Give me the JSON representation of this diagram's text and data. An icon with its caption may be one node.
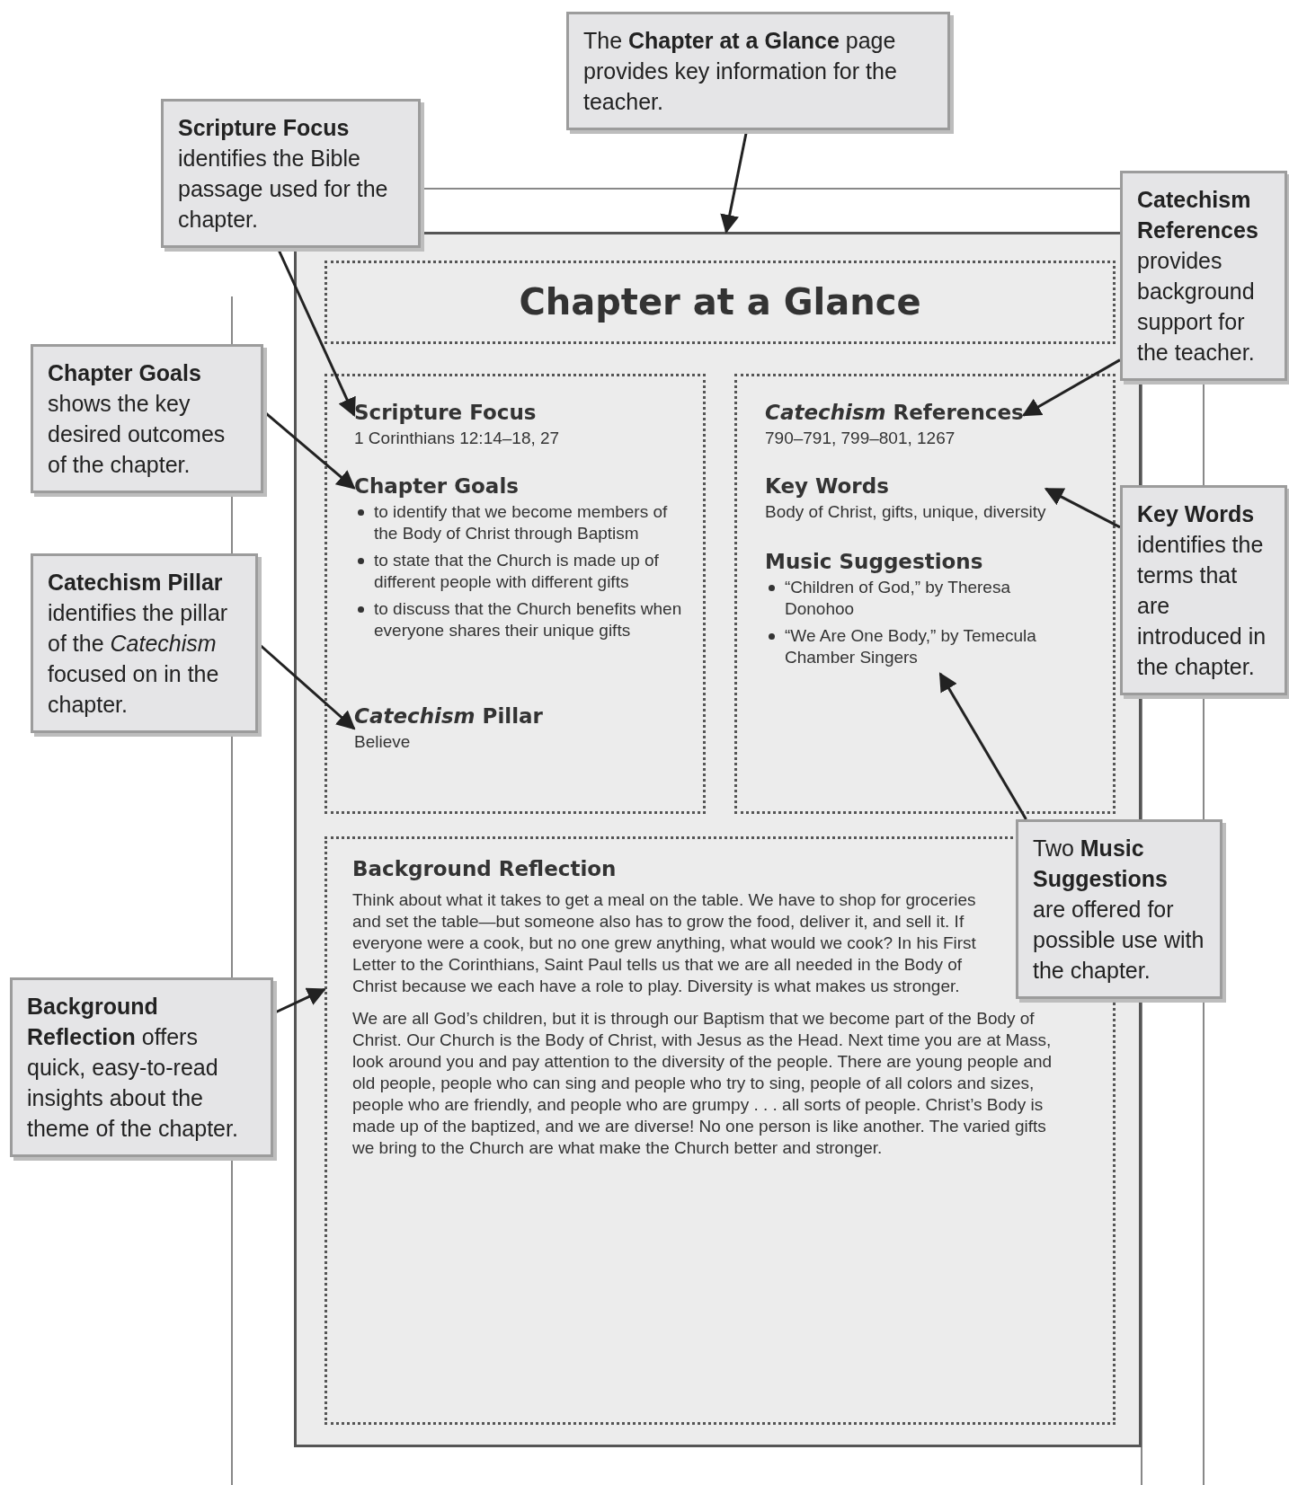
{
  "diagram": {
    "nodes": [
      {
        "text": [
          "The **Chapter at a Glance** page provides key information for the teacher."
        ]
      },
      {
        "text": [
          "**Scripture Focus** identifies the Bible passage used for the chapter."
        ]
      },
      {
        "text": [
          "**Catechism References** provides background support for the teacher."
        ]
      },
      {
        "text": [],
        "shape": "box"
      },
      {
        "text": [
          "Chapter at a Glance"
        ],
        "in": 3
      },
      {
        "text": [],
        "shape": "box",
        "in": 3
      },
      {
        "text": [
          "Scripture Focus",
          "1 Corinthians 12:14–18, 27"
        ],
        "in": 5
      },
      {
        "text": [
          "Chapter Goals",
          "to identify that we become members of the Body of Christ through Baptism",
          "to state that the Church is made up of different people with different gifts",
          "to discuss that the Church benefits when everyone shares their unique gifts"
        ],
        "in": 5
      },
      {
        "text": [
          "*Catechism* Pillar",
          "Believe"
        ],
        "in": 5
      },
      {
        "text": [],
        "shape": "box",
        "in": 3
      },
      {
        "text": [
          "*Catechism* References",
          "790–791, 799–801, 1267"
        ],
        "in": 9
      },
      {
        "text": [
          "Key Words",
          "Body of Christ, gifts, unique, diversity"
        ],
        "in": 9
      },
      {
        "text": [
          "Music Suggestions",
          "“Children of God,” by Theresa Donohoo",
          "“We Are One Body,” by Temecula Chamber Singers"
        ],
        "in": 9
      },
      {
        "text": [
          "Background Reflection",
          "Think about what it takes to get a meal on the table. We have to shop for groceries and set the table—but someone also has to grow the food, deliver it, and sell it. If everyone were a cook, but no one grew anything, what would we cook? In his First Letter to the Corinthians, Saint Paul tells us that we are all needed in the Body of Christ because we each have a role to play. Diversity is what makes us stronger.",
          "We are all God’s children, but it is through our Baptism that we become part of the Body of Christ. Our Church is the Body of Christ, with Jesus as the Head. Next time you are at Mass, look around you and pay attention to the diversity of the people. There are young people and old people, people who can sing and people who try to sing, people of all colors and sizes, people who are friendly, and people who are grumpy . . . all sorts of people. Christ’s Body is made up of the baptized, and we are diverse! No one person is like another. The varied gifts we bring to the Church are what make the Church better and stronger."
        ],
        "in": 3
      },
      {
        "text": [
          "**Chapter Goals** shows the key desired outcomes of the chapter."
        ]
      },
      {
        "text": [
          "**Catechism Pillar** identifies the pillar of the *Catechism* focused on in the chapter."
        ]
      },
      {
        "text": [
          "**Key Words** identifies the terms that are introduced in the chapter."
        ]
      },
      {
        "text": [
          "Two **Music Suggestions** are offered for possible use with the chapter."
        ]
      },
      {
        "text": [
          "**Background Reflection** offers quick, easy-to-read insights about the theme of the chapter."
        ]
      }
    ],
    "edges": [
      {
        "from": 0,
        "to": 3,
        "arrow": "to"
      },
      {
        "from": 1,
        "to": 6,
        "arrow": "to"
      },
      {
        "from": 2,
        "to": 10,
        "arrow": "to"
      },
      {
        "from": 14,
        "to": 7,
        "arrow": "to"
      },
      {
        "from": 15,
        "to": 8,
        "arrow": "to"
      },
      {
        "from": 16,
        "to": 11,
        "arrow": "to"
      },
      {
        "from": 17,
        "to": 12,
        "arrow": "to"
      },
      {
        "from": 18,
        "to": 13,
        "arrow": "to"
      }
    ]
  }
}
